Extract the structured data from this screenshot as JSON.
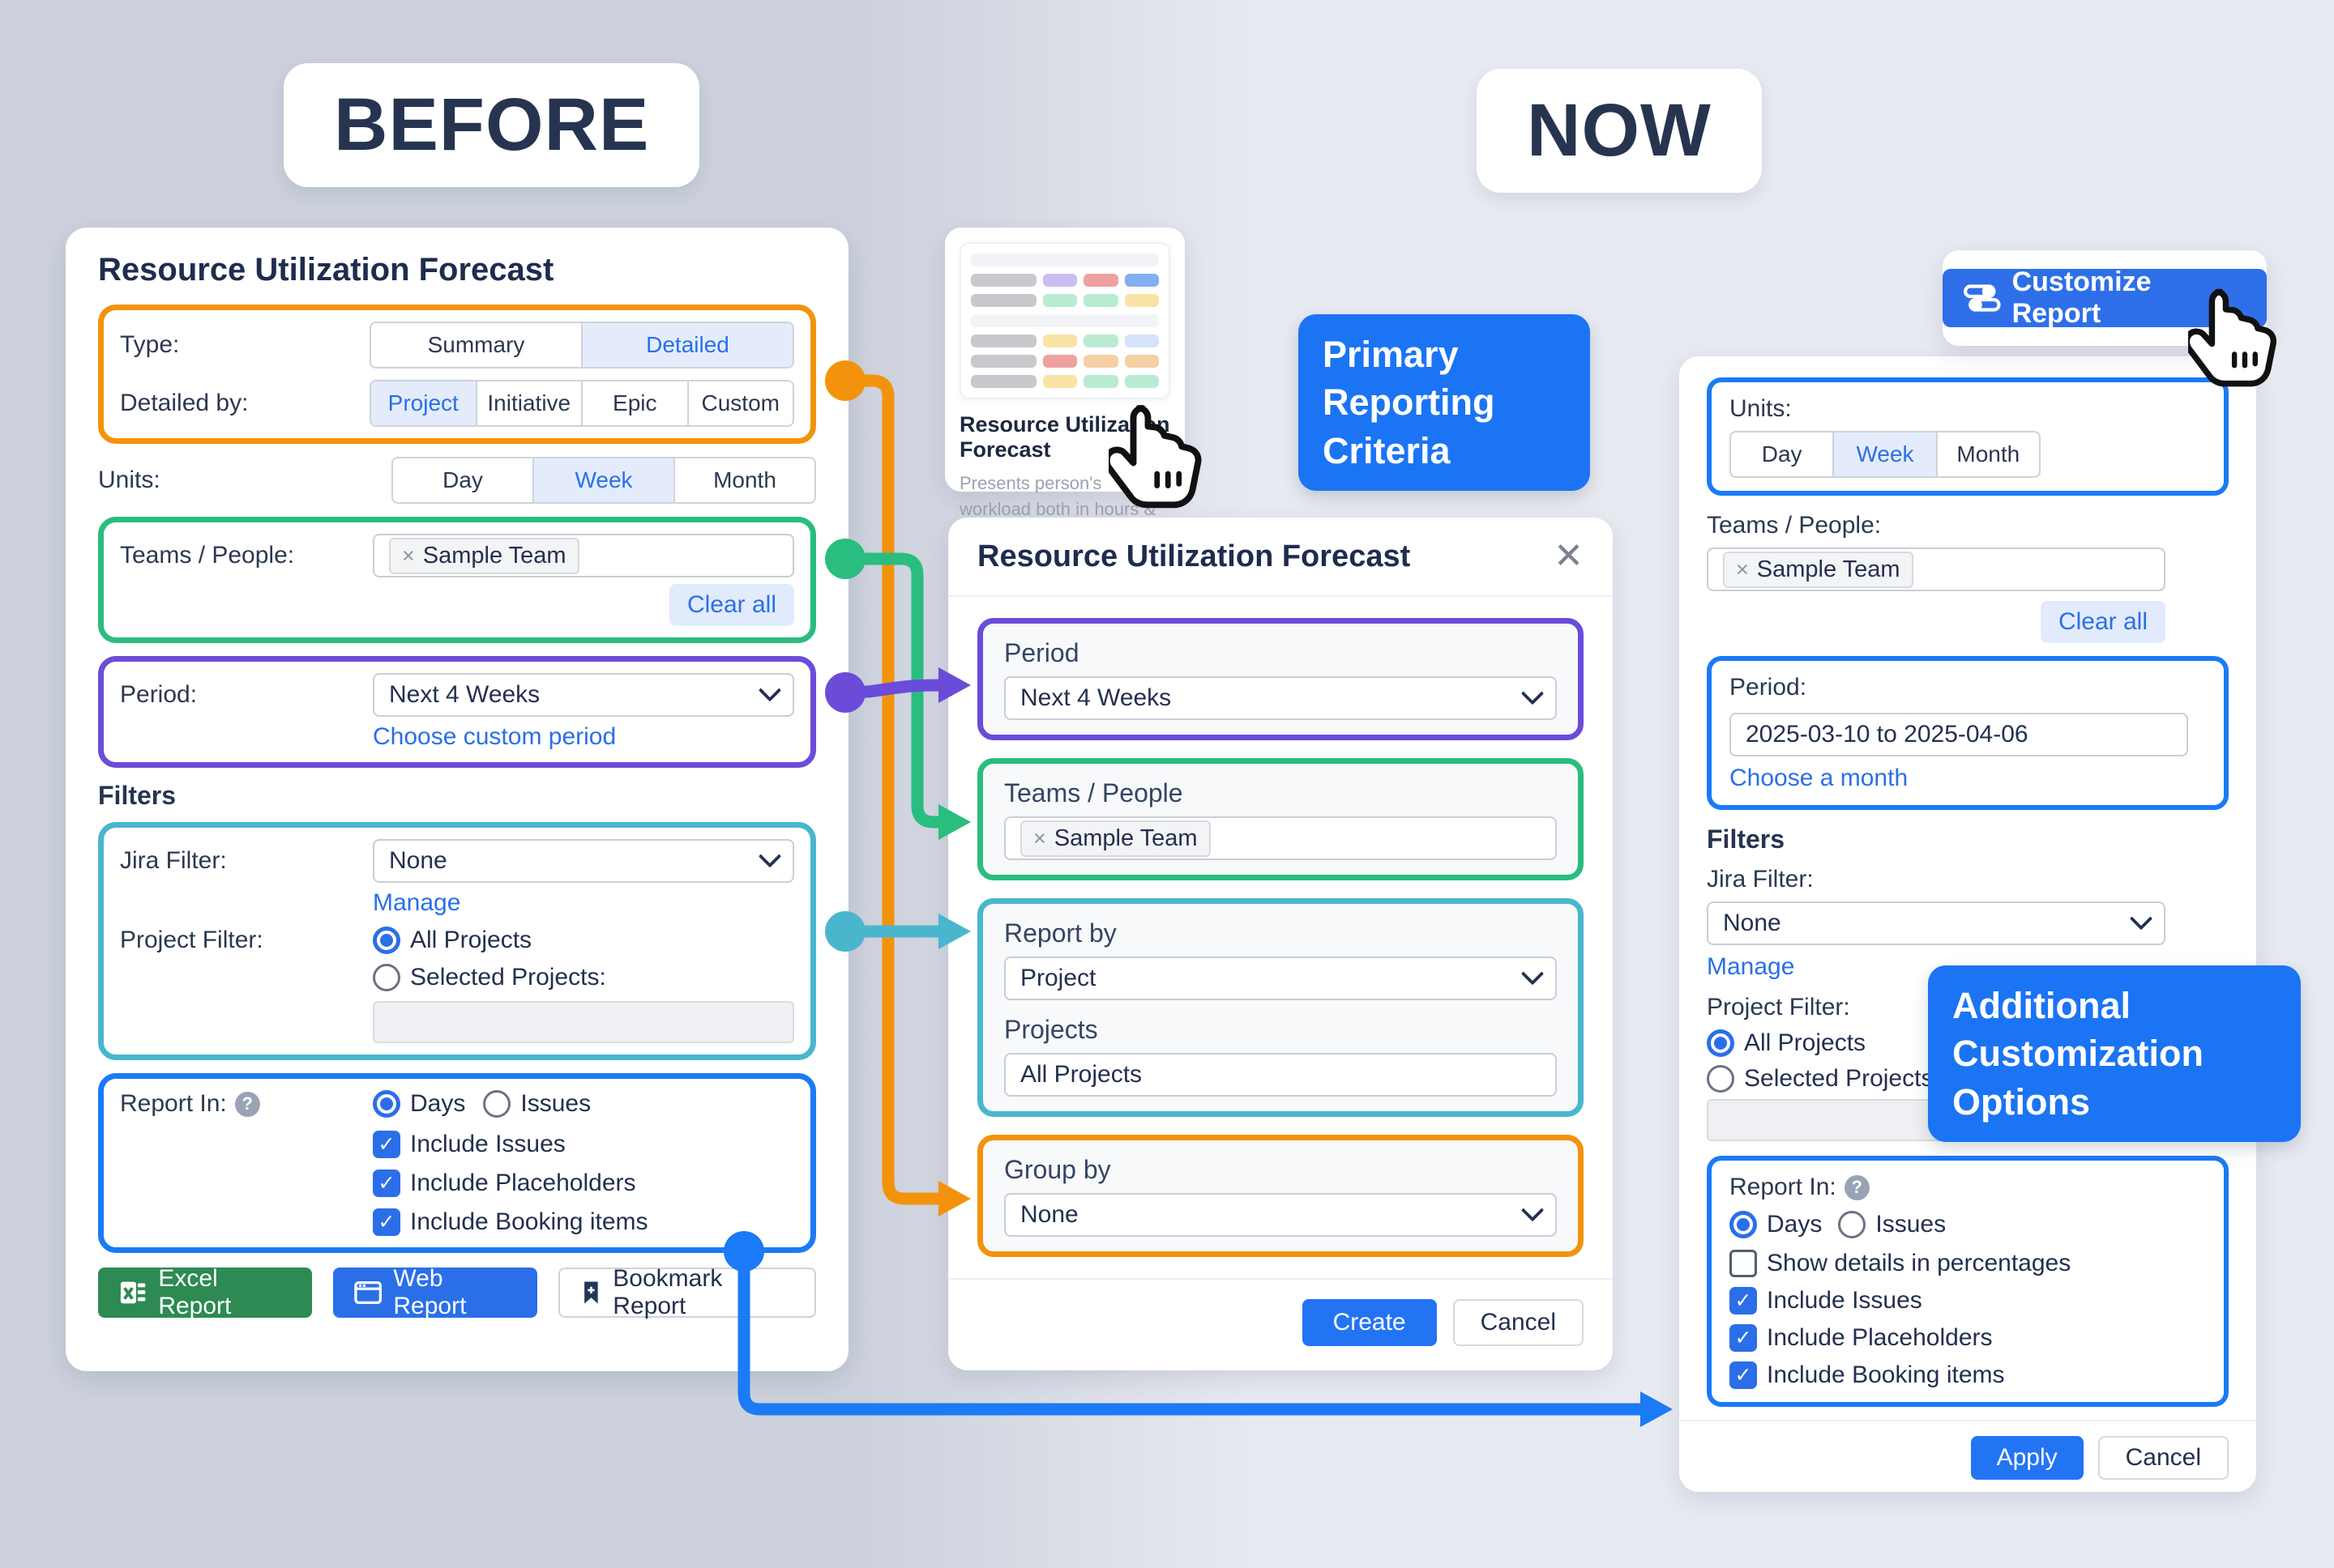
{
  "page": {
    "before_label": "BEFORE",
    "now_label": "NOW"
  },
  "colors": {
    "background_left": "#CCD1DC",
    "background_right": "#E8EAF1",
    "accent_blue": "#2A6FE8",
    "primary_button": "#2374F3",
    "chip_blue": "#1B74F4",
    "outline_orange": "#F3930B",
    "outline_green": "#29BD7F",
    "outline_purple": "#6A4CD9",
    "outline_teal": "#49B6CE",
    "outline_blue": "#1B7AF5",
    "excel_green": "#2C8A52",
    "navy_text": "#22304F"
  },
  "icons": {
    "close": "✕",
    "remove_tag": "×",
    "question": "?"
  },
  "before_card": {
    "title": "Resource Utilization Forecast",
    "type": {
      "label": "Type:",
      "options": [
        "Summary",
        "Detailed"
      ],
      "selected": "Detailed"
    },
    "detailed_by": {
      "label": "Detailed by:",
      "options": [
        "Project",
        "Initiative",
        "Epic",
        "Custom"
      ],
      "selected": "Project"
    },
    "units": {
      "label": "Units:",
      "options": [
        "Day",
        "Week",
        "Month"
      ],
      "selected": "Week"
    },
    "teams": {
      "label": "Teams / People:",
      "tag": "Sample Team",
      "clear_all": "Clear all"
    },
    "period": {
      "label": "Period:",
      "value": "Next 4 Weeks",
      "link": "Choose custom period"
    },
    "filters_heading": "Filters",
    "jira_filter": {
      "label": "Jira Filter:",
      "value": "None",
      "manage_link": "Manage"
    },
    "project_filter": {
      "label": "Project Filter:",
      "options": [
        "All Projects",
        "Selected Projects:"
      ],
      "selected": "All Projects"
    },
    "report_in": {
      "label": "Report In:",
      "options": [
        "Days",
        "Issues"
      ],
      "selected": "Days",
      "checkboxes": [
        {
          "label": "Include Issues",
          "checked": true
        },
        {
          "label": "Include Placeholders",
          "checked": true
        },
        {
          "label": "Include Booking items",
          "checked": true
        }
      ]
    },
    "footer_buttons": [
      "Excel Report",
      "Web Report",
      "Bookmark Report"
    ]
  },
  "gallery_card": {
    "title": "Resource Utilization Forecast",
    "description": "Presents person's workload both in hours & percentages for specified period of time."
  },
  "primary_chip": "Primary Reporting Criteria",
  "modal": {
    "title": "Resource Utilization Forecast",
    "period": {
      "label": "Period",
      "value": "Next 4 Weeks"
    },
    "teams": {
      "label": "Teams / People",
      "tag": "Sample Team"
    },
    "report_by": {
      "label": "Report by",
      "value": "Project"
    },
    "projects": {
      "label": "Projects",
      "value": "All Projects"
    },
    "group_by": {
      "label": "Group by",
      "value": "None"
    },
    "create_button": "Create",
    "cancel_button": "Cancel"
  },
  "customize_button": "Customize Report",
  "additional_chip": "Additional Customization Options",
  "now_panel": {
    "units": {
      "label": "Units:",
      "options": [
        "Day",
        "Week",
        "Month"
      ],
      "selected": "Week"
    },
    "teams": {
      "label": "Teams / People:",
      "tag": "Sample Team",
      "clear_all": "Clear all"
    },
    "period": {
      "label": "Period:",
      "value": "2025-03-10 to 2025-04-06",
      "link": "Choose a month"
    },
    "filters_heading": "Filters",
    "jira_filter": {
      "label": "Jira Filter:",
      "value": "None",
      "manage_link": "Manage"
    },
    "project_filter": {
      "label": "Project Filter:",
      "options": [
        "All Projects",
        "Selected Projects:"
      ],
      "selected": "All Projects"
    },
    "report_in": {
      "label": "Report In:",
      "options": [
        "Days",
        "Issues"
      ],
      "selected": "Days",
      "checkboxes": [
        {
          "label": "Show details in percentages",
          "checked": false
        },
        {
          "label": "Include Issues",
          "checked": true
        },
        {
          "label": "Include Placeholders",
          "checked": true
        },
        {
          "label": "Include Booking items",
          "checked": true
        }
      ]
    },
    "apply_button": "Apply",
    "cancel_button": "Cancel"
  }
}
